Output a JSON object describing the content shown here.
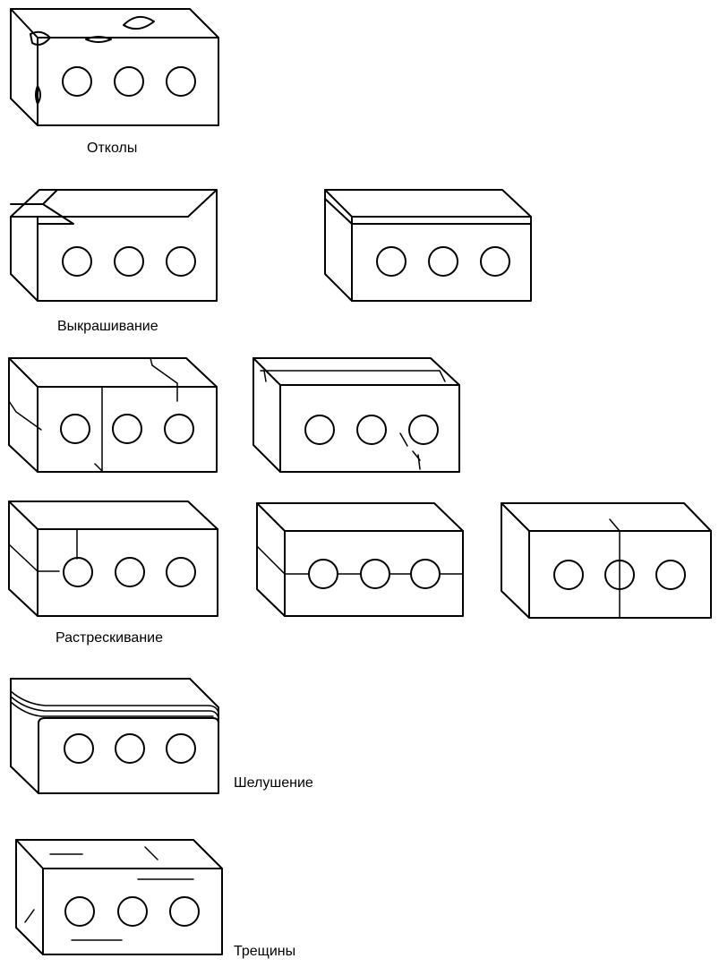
{
  "labels": {
    "chips": "Отколы",
    "spalling": "Выкрашивание",
    "cracking": "Растрескивание",
    "peeling": "Шелушение",
    "fissures": "Трещины"
  },
  "colors": {
    "stroke": "#000000",
    "background": "#ffffff"
  }
}
